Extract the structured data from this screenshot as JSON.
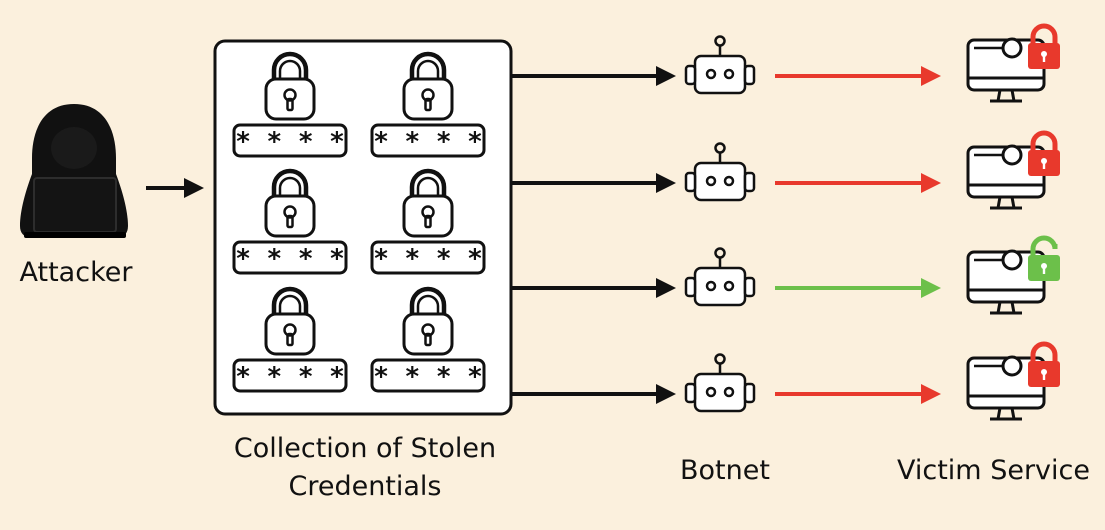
{
  "attacker": {
    "label": "Attacker"
  },
  "collection": {
    "label_line1": "Collection of Stolen",
    "label_line2": "Credentials",
    "password_mask": "* * * *"
  },
  "botnet": {
    "label": "Botnet"
  },
  "victim": {
    "label": "Victim Service"
  },
  "attempts": [
    {
      "result": "failed",
      "lock_state": "locked"
    },
    {
      "result": "failed",
      "lock_state": "locked"
    },
    {
      "result": "success",
      "lock_state": "unlocked"
    },
    {
      "result": "failed",
      "lock_state": "locked"
    }
  ],
  "colors": {
    "background": "#fbf0dd",
    "failed": "#e8392c",
    "success": "#6cc04a",
    "ink": "#111111",
    "panel": "#ffffff"
  },
  "icons": {
    "attacker": "hooded-hacker-icon",
    "credential_lock": "padlock-icon",
    "bot": "robot-icon",
    "victim": "computer-monitor-icon"
  }
}
